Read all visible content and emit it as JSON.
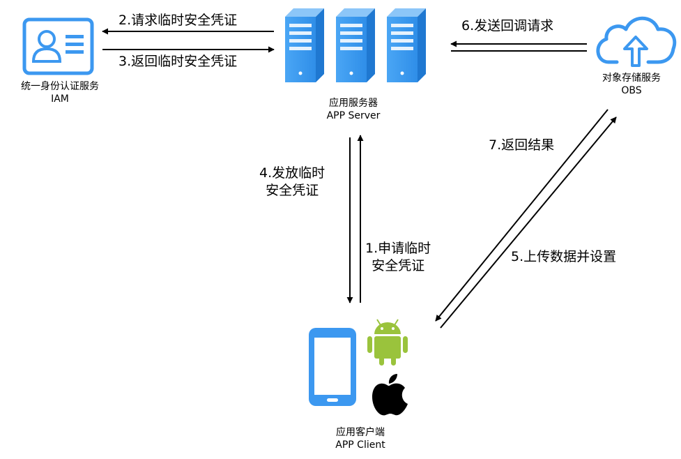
{
  "nodes": {
    "iam": {
      "name": "统一身份认证服务",
      "abbr": "IAM"
    },
    "server": {
      "name": "应用服务器",
      "abbr": "APP Server"
    },
    "obs": {
      "name": "对象存储服务",
      "abbr": "OBS"
    },
    "client": {
      "name": "应用客户端",
      "abbr": "APP Client"
    }
  },
  "steps": {
    "s1": {
      "line1": "1.申请临时",
      "line2": "安全凭证"
    },
    "s2": {
      "text": "2.请求临时安全凭证"
    },
    "s3": {
      "text": "3.返回临时安全凭证"
    },
    "s4": {
      "line1": "4.发放临时",
      "line2": "安全凭证"
    },
    "s5": {
      "text": "5.上传数据并设置"
    },
    "s6": {
      "text": "6.发送回调请求"
    },
    "s7": {
      "text": "7.返回结果"
    }
  },
  "colors": {
    "icon_blue": "#3c98f0",
    "server_dark": "#1f78d1",
    "android_green": "#9ac33c",
    "apple_black": "#000000",
    "arrow": "#000000"
  },
  "icons": {
    "iam": "id-card-icon",
    "server": "server-rack-icon",
    "obs": "cloud-upload-icon",
    "phone": "smartphone-icon",
    "android": "android-icon",
    "apple": "apple-icon"
  }
}
